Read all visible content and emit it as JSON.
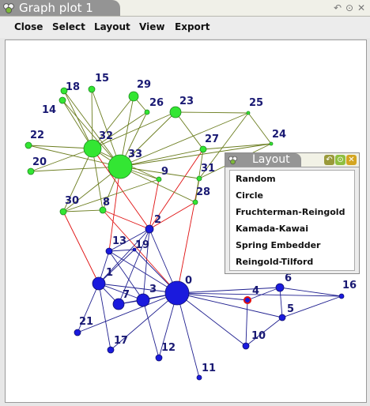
{
  "window": {
    "title": "Graph plot 1",
    "icon": "app-icon",
    "buttons": [
      "roll-up-icon",
      "maximize-icon",
      "close-icon"
    ]
  },
  "menu": [
    "Close",
    "Select",
    "Layout",
    "View",
    "Export"
  ],
  "layout_window": {
    "title": "Layout",
    "icon": "app-icon",
    "buttons": [
      "roll-up-icon",
      "maximize-icon",
      "close-icon"
    ],
    "items": [
      "Random",
      "Circle",
      "Fruchterman-Reingold",
      "Kamada-Kawai",
      "Spring Embedder",
      "Reingold-Tilford"
    ]
  },
  "graph": {
    "colors": {
      "group_a": "#33e633",
      "group_b": "#1a1add",
      "edge_a": "#6b7d1f",
      "edge_b": "#1f1f8f",
      "edge_cross": "#e01010",
      "label": "#191973",
      "highlight": "#e01010"
    },
    "nodes": [
      {
        "id": "0",
        "group": "b"
      },
      {
        "id": "1",
        "group": "b"
      },
      {
        "id": "2",
        "group": "b"
      },
      {
        "id": "3",
        "group": "b"
      },
      {
        "id": "4",
        "group": "b",
        "highlight": true
      },
      {
        "id": "5",
        "group": "b"
      },
      {
        "id": "6",
        "group": "b"
      },
      {
        "id": "7",
        "group": "b"
      },
      {
        "id": "8",
        "group": "a"
      },
      {
        "id": "9",
        "group": "a"
      },
      {
        "id": "10",
        "group": "b"
      },
      {
        "id": "11",
        "group": "b"
      },
      {
        "id": "12",
        "group": "b"
      },
      {
        "id": "13",
        "group": "b"
      },
      {
        "id": "14",
        "group": "a"
      },
      {
        "id": "15",
        "group": "a"
      },
      {
        "id": "16",
        "group": "b"
      },
      {
        "id": "17",
        "group": "b"
      },
      {
        "id": "18",
        "group": "a"
      },
      {
        "id": "19",
        "group": "b"
      },
      {
        "id": "20",
        "group": "a"
      },
      {
        "id": "21",
        "group": "b"
      },
      {
        "id": "22",
        "group": "a"
      },
      {
        "id": "23",
        "group": "a"
      },
      {
        "id": "24",
        "group": "a"
      },
      {
        "id": "25",
        "group": "a"
      },
      {
        "id": "26",
        "group": "a"
      },
      {
        "id": "27",
        "group": "a"
      },
      {
        "id": "28",
        "group": "a"
      },
      {
        "id": "29",
        "group": "a"
      },
      {
        "id": "30",
        "group": "a"
      },
      {
        "id": "31",
        "group": "a"
      },
      {
        "id": "32",
        "group": "a"
      },
      {
        "id": "33",
        "group": "a"
      }
    ],
    "edges": [
      [
        "0",
        "1"
      ],
      [
        "0",
        "2"
      ],
      [
        "0",
        "3"
      ],
      [
        "0",
        "4"
      ],
      [
        "0",
        "5"
      ],
      [
        "0",
        "6"
      ],
      [
        "0",
        "7"
      ],
      [
        "0",
        "10"
      ],
      [
        "0",
        "11"
      ],
      [
        "0",
        "12"
      ],
      [
        "0",
        "13"
      ],
      [
        "0",
        "17"
      ],
      [
        "0",
        "19"
      ],
      [
        "0",
        "21"
      ],
      [
        "0",
        "16"
      ],
      [
        "1",
        "2"
      ],
      [
        "1",
        "3"
      ],
      [
        "1",
        "7"
      ],
      [
        "1",
        "13"
      ],
      [
        "1",
        "17"
      ],
      [
        "1",
        "19"
      ],
      [
        "1",
        "21"
      ],
      [
        "2",
        "3"
      ],
      [
        "2",
        "7"
      ],
      [
        "2",
        "13"
      ],
      [
        "3",
        "7"
      ],
      [
        "3",
        "12"
      ],
      [
        "3",
        "13"
      ],
      [
        "4",
        "6"
      ],
      [
        "4",
        "10"
      ],
      [
        "5",
        "6"
      ],
      [
        "5",
        "10"
      ],
      [
        "5",
        "16"
      ],
      [
        "6",
        "16"
      ],
      [
        "13",
        "19"
      ],
      [
        "2",
        "8"
      ],
      [
        "2",
        "9"
      ],
      [
        "2",
        "27"
      ],
      [
        "2",
        "28"
      ],
      [
        "2",
        "32"
      ],
      [
        "0",
        "31"
      ],
      [
        "0",
        "8"
      ],
      [
        "1",
        "30"
      ],
      [
        "13",
        "33"
      ],
      [
        "32",
        "33"
      ],
      [
        "32",
        "14"
      ],
      [
        "32",
        "15"
      ],
      [
        "32",
        "18"
      ],
      [
        "32",
        "20"
      ],
      [
        "32",
        "22"
      ],
      [
        "32",
        "23"
      ],
      [
        "32",
        "29"
      ],
      [
        "32",
        "30"
      ],
      [
        "32",
        "8"
      ],
      [
        "32",
        "26"
      ],
      [
        "32",
        "9"
      ],
      [
        "33",
        "14"
      ],
      [
        "33",
        "15"
      ],
      [
        "33",
        "18"
      ],
      [
        "33",
        "20"
      ],
      [
        "33",
        "22"
      ],
      [
        "33",
        "23"
      ],
      [
        "33",
        "26"
      ],
      [
        "33",
        "27"
      ],
      [
        "33",
        "28"
      ],
      [
        "33",
        "29"
      ],
      [
        "33",
        "30"
      ],
      [
        "33",
        "31"
      ],
      [
        "33",
        "8"
      ],
      [
        "33",
        "9"
      ],
      [
        "33",
        "24"
      ],
      [
        "33",
        "25"
      ],
      [
        "23",
        "25"
      ],
      [
        "23",
        "27"
      ],
      [
        "24",
        "25"
      ],
      [
        "24",
        "27"
      ],
      [
        "24",
        "31"
      ],
      [
        "25",
        "31"
      ],
      [
        "28",
        "31"
      ],
      [
        "9",
        "30"
      ],
      [
        "8",
        "30"
      ],
      [
        "26",
        "29"
      ],
      [
        "27",
        "28"
      ]
    ]
  }
}
